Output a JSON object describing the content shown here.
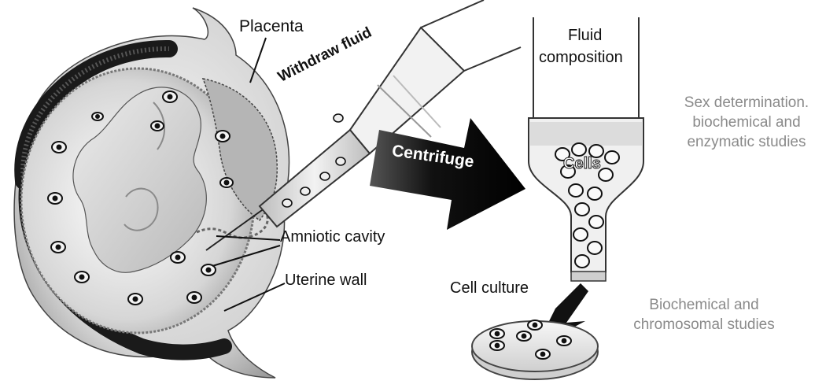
{
  "labels": {
    "placenta": "Placenta",
    "withdraw_fluid": "Withdraw fluid",
    "centrifuge": "Centrifuge",
    "fluid_composition_line1": "Fluid",
    "fluid_composition_line2": "composition",
    "cells": "Cells",
    "amniotic_cavity": "Amniotic cavity",
    "uterine_wall": "Uterine wall",
    "cell_culture": "Cell culture"
  },
  "outcomes": {
    "fluid_studies": [
      "Sex determination.",
      "biochemical and",
      "enzymatic studies"
    ],
    "culture_studies": [
      "Biochemical and",
      "chromosomal studies"
    ]
  },
  "colors": {
    "ink": "#111111",
    "muted_text": "#8a8a8a",
    "arrow": "#1a1a1a"
  }
}
